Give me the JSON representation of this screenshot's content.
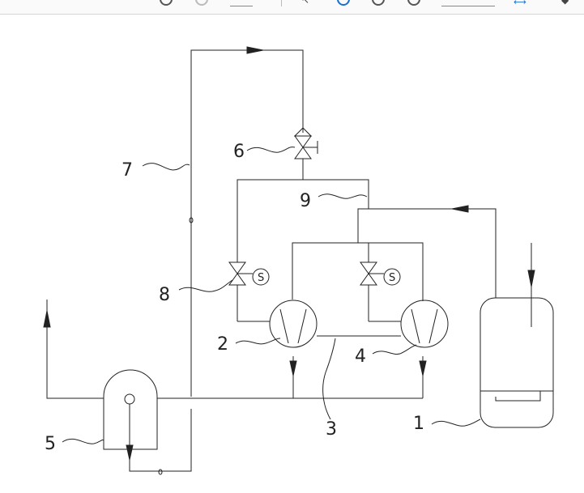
{
  "labels": {
    "l1": "1",
    "l2": "2",
    "l3": "3",
    "l4": "4",
    "l5": "5",
    "l6": "6",
    "l7": "7",
    "l8": "8",
    "l9": "9",
    "valve_s_left": "S",
    "valve_s_right": "S"
  },
  "colors": {
    "line": "#222222",
    "toolbar_accent": "#1a6fd1"
  },
  "toolbar": {
    "icons": [
      "zoom-out-icon",
      "zoom-in-icon",
      "pointer-icon",
      "rotate-left-icon",
      "rotate-right-icon",
      "fit-width-icon",
      "overflow-icon"
    ]
  }
}
